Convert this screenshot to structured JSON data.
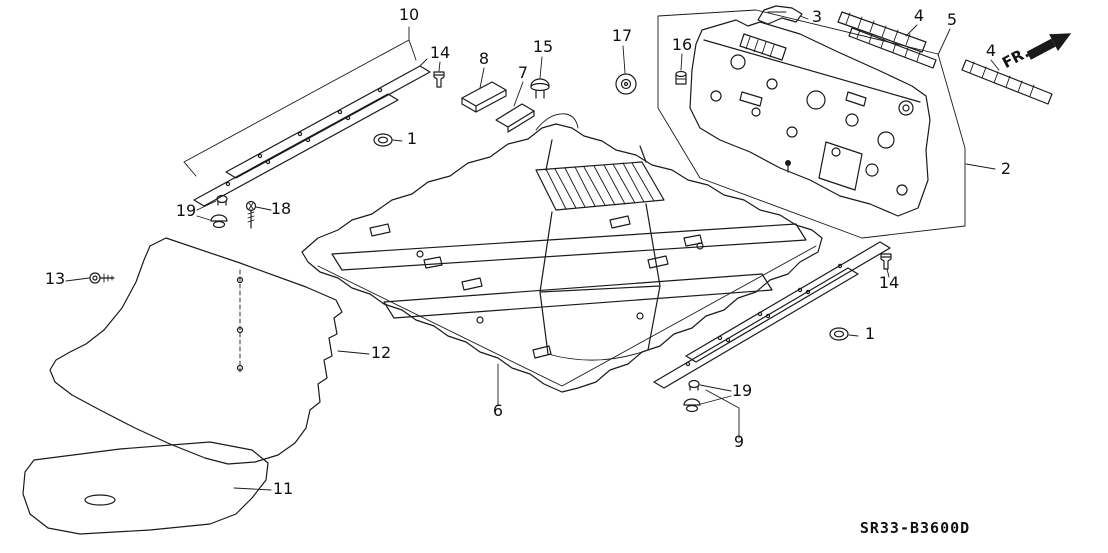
{
  "diagram": {
    "part_code": "SR33-B3600D",
    "fr_label": "FR.",
    "colors": {
      "line": "#1a1a1a",
      "background": "#ffffff",
      "text": "#111111"
    },
    "callouts": [
      {
        "label": "10"
      },
      {
        "label": "14"
      },
      {
        "label": "8"
      },
      {
        "label": "7"
      },
      {
        "label": "15"
      },
      {
        "label": "17"
      },
      {
        "label": "16"
      },
      {
        "label": "3"
      },
      {
        "label": "4"
      },
      {
        "label": "5"
      },
      {
        "label": "4"
      },
      {
        "label": "2"
      },
      {
        "label": "1"
      },
      {
        "label": "19"
      },
      {
        "label": "18"
      },
      {
        "label": "13"
      },
      {
        "label": "12"
      },
      {
        "label": "11"
      },
      {
        "label": "6"
      },
      {
        "label": "14"
      },
      {
        "label": "1"
      },
      {
        "label": "19"
      },
      {
        "label": "9"
      }
    ]
  }
}
